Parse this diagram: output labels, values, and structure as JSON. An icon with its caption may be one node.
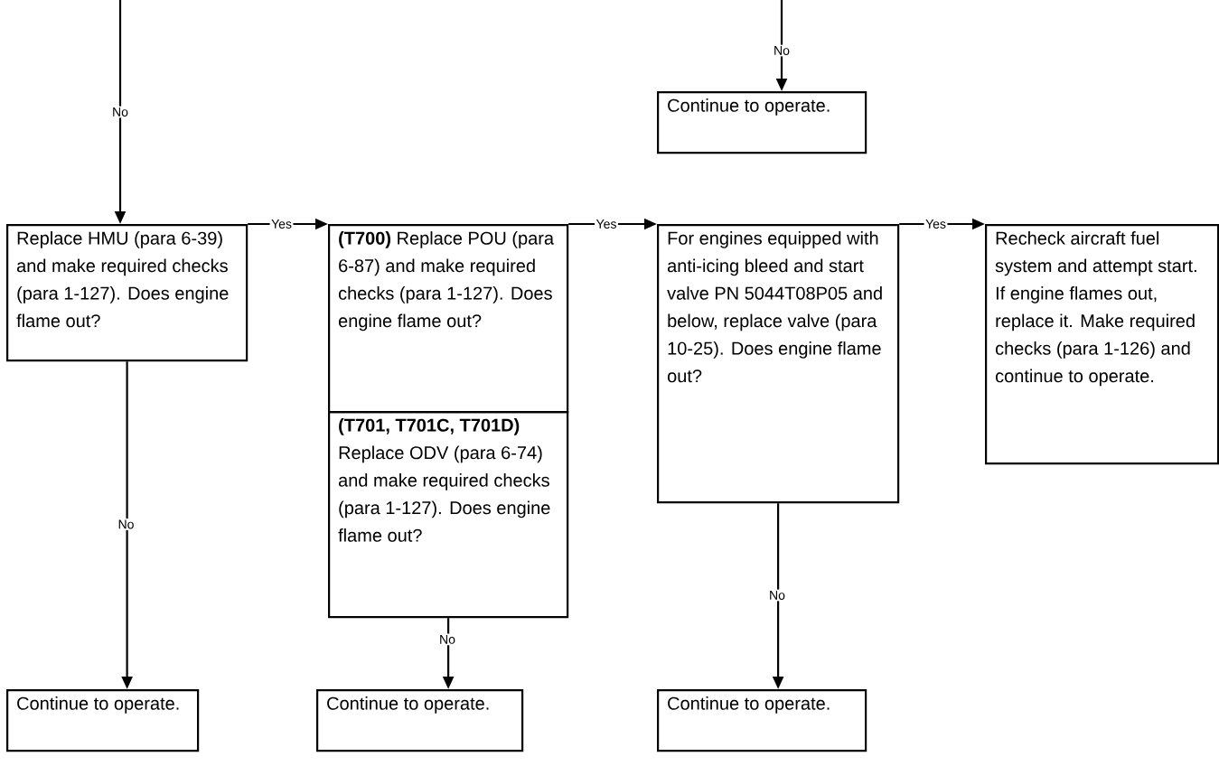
{
  "diagram": {
    "nodes": [
      {
        "text": [
          "Continue to operate."
        ]
      },
      {
        "text": [
          "Replace HMU (para 6-39) and make required checks (para 1-127).  Does engine flame out?"
        ]
      },
      {
        "text": [
          "**(T700)** Replace POU (para 6-87) and make required checks (para 1-127).  Does engine flame out?"
        ]
      },
      {
        "text": [
          "**(T701, T701C, T701D)** Replace ODV (para 6-74) and make required checks (para 1-127).  Does engine flame out?"
        ]
      },
      {
        "text": [
          "For engines equipped with anti-icing bleed and start valve PN 5044T08P05 and below, replace valve (para 10-25).  Does engine flame out?"
        ]
      },
      {
        "text": [
          "Recheck aircraft fuel system and attempt start.  If engine flames out, replace it.  Make required checks (para 1-126) and continue to operate."
        ]
      },
      {
        "text": [
          "Continue to operate."
        ]
      },
      {
        "text": [
          "Continue to operate."
        ]
      },
      {
        "text": [
          "Continue to operate."
        ]
      }
    ],
    "edges": [
      {
        "from": null,
        "to": 0,
        "arrow": "to",
        "label": "No"
      },
      {
        "from": null,
        "to": 1,
        "arrow": "to",
        "label": "No"
      },
      {
        "from": 1,
        "to": 2,
        "arrow": "to",
        "label": "Yes"
      },
      {
        "from": 2,
        "to": 4,
        "arrow": "to",
        "label": "Yes"
      },
      {
        "from": 4,
        "to": 5,
        "arrow": "to",
        "label": "Yes"
      },
      {
        "from": 1,
        "to": 6,
        "arrow": "to",
        "label": "No"
      },
      {
        "from": 3,
        "to": 7,
        "arrow": "to",
        "label": "No"
      },
      {
        "from": 4,
        "to": 8,
        "arrow": "to",
        "label": "No"
      }
    ]
  }
}
